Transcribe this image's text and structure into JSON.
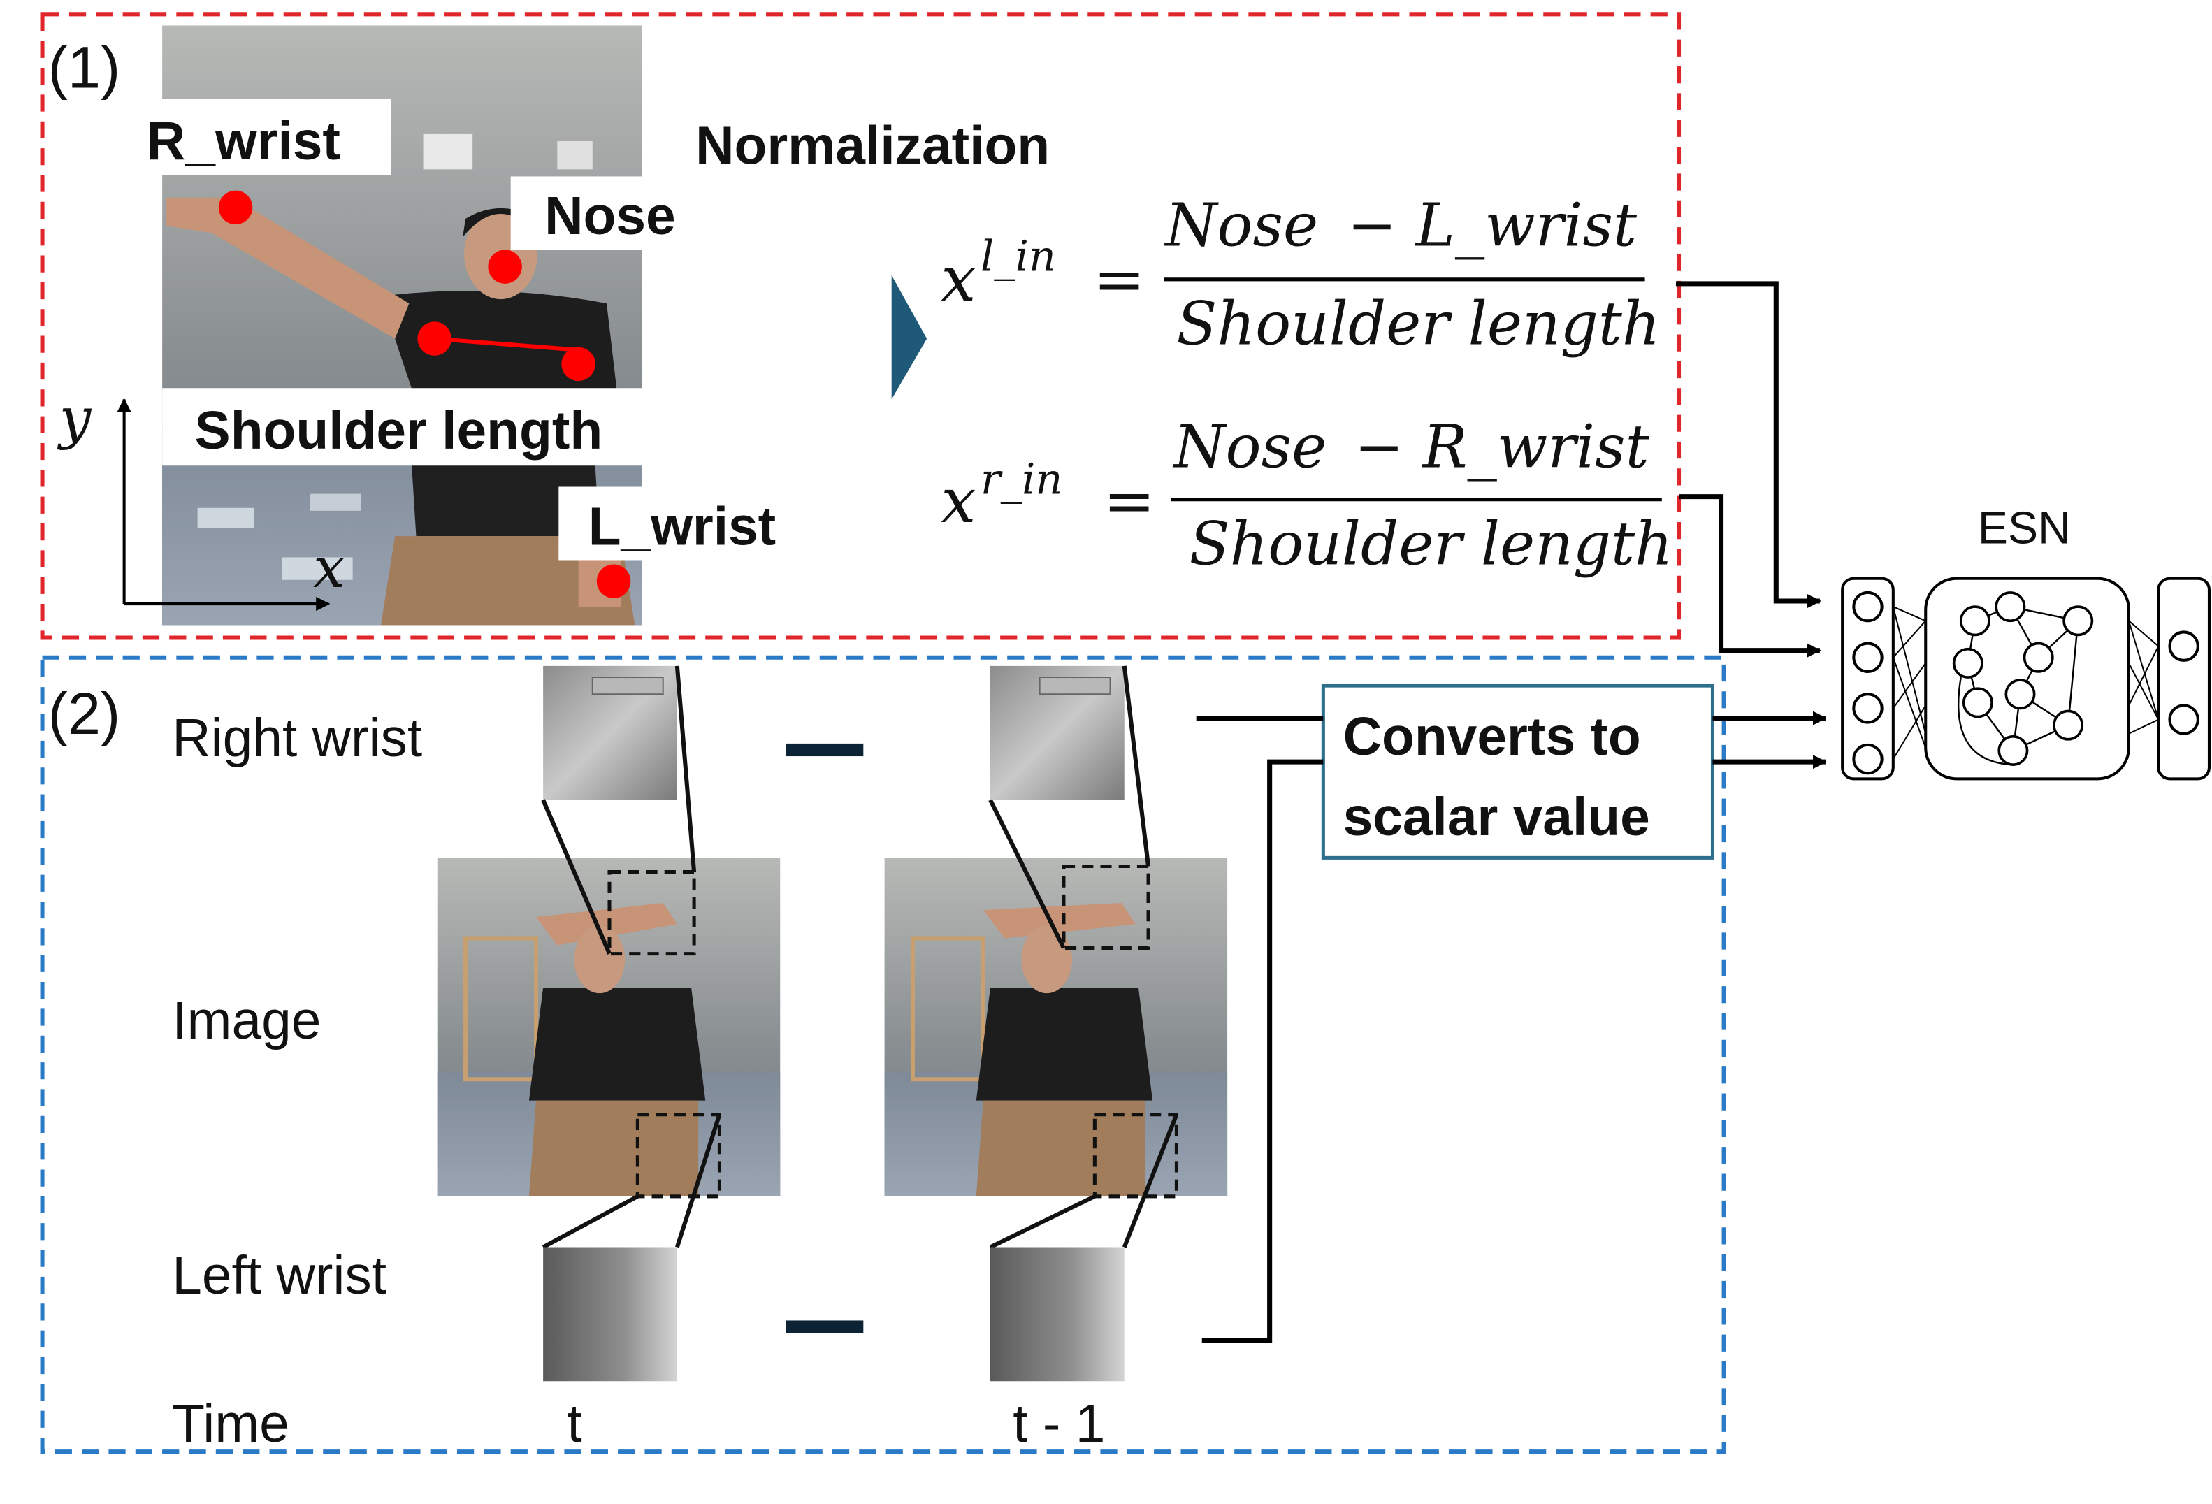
{
  "section1": {
    "marker": "(1)",
    "labels": {
      "r_wrist": "R_wrist",
      "nose": "Nose",
      "shoulder_length": "Shoulder length",
      "l_wrist": "L_wrist"
    },
    "axes": {
      "x": "x",
      "y": "y"
    },
    "normalization_title": "Normalization",
    "equations": [
      {
        "lhs_var": "x",
        "lhs_sup": "l_in",
        "numerator_a": "Nose",
        "numerator_b": "− L_wrist",
        "denominator": "Shoulder length"
      },
      {
        "lhs_var": "x",
        "lhs_sup": "r_in",
        "numerator_a": "Nose",
        "numerator_b": "− R_wrist",
        "denominator": "Shoulder length"
      }
    ],
    "equals": "="
  },
  "section2": {
    "marker": "(2)",
    "rows": {
      "right_wrist": "Right wrist",
      "image": "Image",
      "left_wrist": "Left wrist",
      "time": "Time"
    },
    "times": {
      "current": "t",
      "previous": "t - 1"
    },
    "converter": {
      "line1": "Converts to",
      "line2": "scalar value"
    }
  },
  "esn": {
    "label": "ESN"
  },
  "colors": {
    "section1_border": "#e0262b",
    "section2_border": "#2a7ac8",
    "converter_border": "#2e6f8e",
    "keypoint": "#ff0000",
    "arrowhead": "#1e5a78"
  }
}
